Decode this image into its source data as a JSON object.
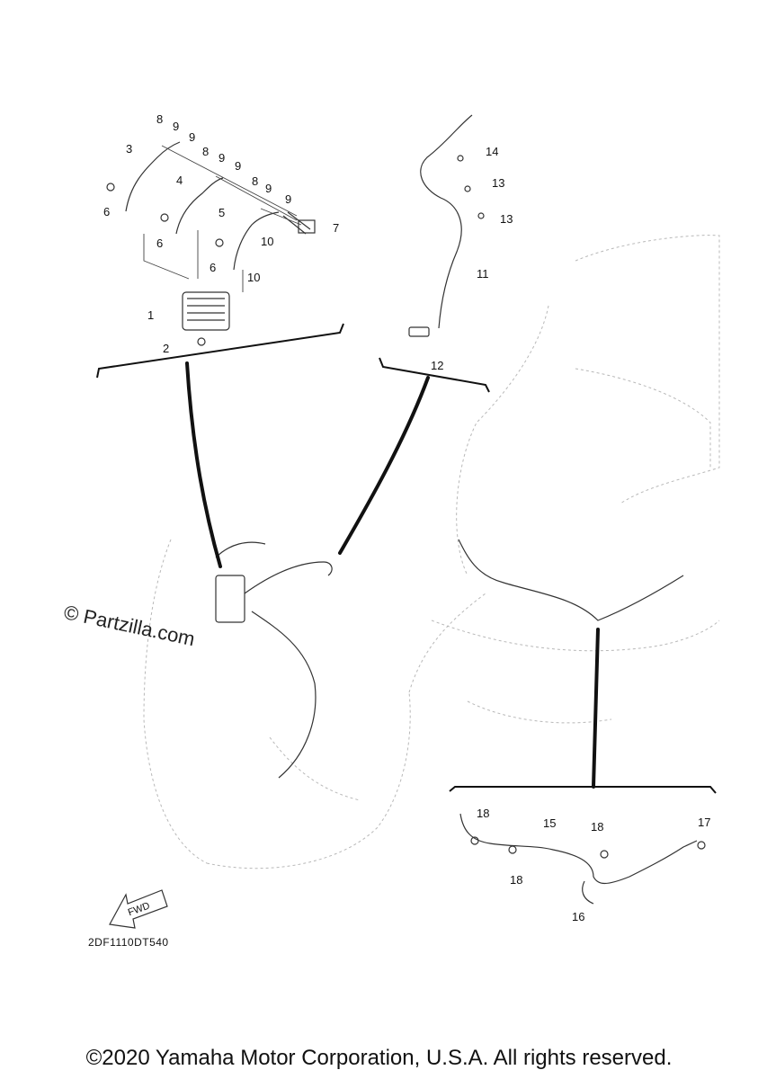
{
  "callouts": [
    "1",
    "2",
    "3",
    "4",
    "5",
    "6",
    "7",
    "8",
    "9",
    "10",
    "11",
    "12",
    "13",
    "14",
    "15",
    "16",
    "17",
    "18"
  ],
  "fwd_label": "FWD",
  "drawing_code": "2DF1110DT540",
  "watermark": "© Partzilla.com",
  "copyright": "©2020 Yamaha Motor Corporation, U.S.A. All rights reserved."
}
